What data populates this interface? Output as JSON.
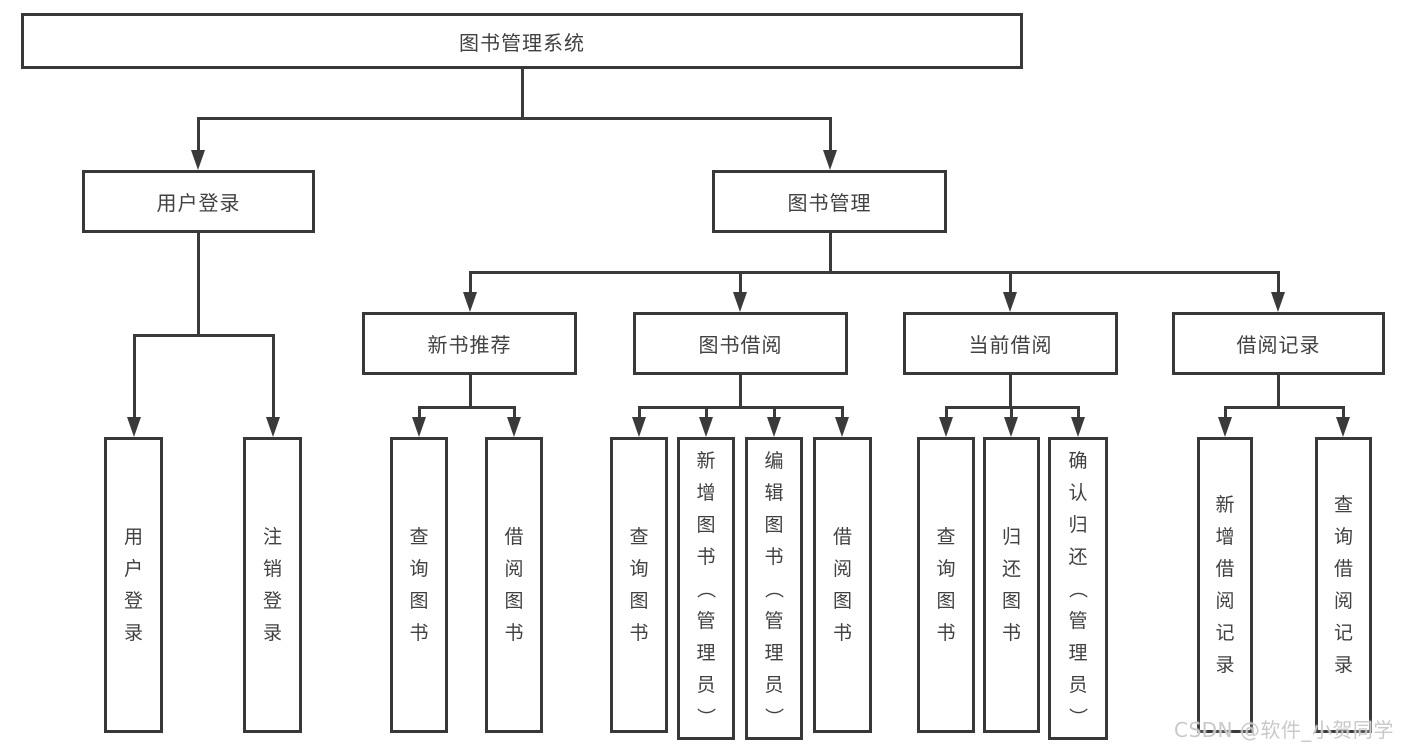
{
  "diagram_type": "hierarchy-tree",
  "tree": {
    "label": "图书管理系统",
    "children": [
      {
        "label": "用户登录",
        "children": [
          {
            "label": "用户登录"
          },
          {
            "label": "注销登录"
          }
        ]
      },
      {
        "label": "图书管理",
        "children": [
          {
            "label": "新书推荐",
            "children": [
              {
                "label": "查询图书"
              },
              {
                "label": "借阅图书"
              }
            ]
          },
          {
            "label": "图书借阅",
            "children": [
              {
                "label": "查询图书"
              },
              {
                "label": "新增图书（管理员）"
              },
              {
                "label": "编辑图书（管理员）"
              },
              {
                "label": "借阅图书"
              }
            ]
          },
          {
            "label": "当前借阅",
            "children": [
              {
                "label": "查询图书"
              },
              {
                "label": "归还图书"
              },
              {
                "label": "确认归还（管理员）"
              }
            ]
          },
          {
            "label": "借阅记录",
            "children": [
              {
                "label": "新增借阅记录"
              },
              {
                "label": "查询借阅记录"
              }
            ]
          }
        ]
      }
    ]
  },
  "watermark": "CSDN @软件_小贺同学",
  "colors": {
    "line": "#3a3a3a",
    "box_border": "#383838",
    "text": "#414141",
    "watermark": "#c9c9c9",
    "background": "#ffffff"
  }
}
